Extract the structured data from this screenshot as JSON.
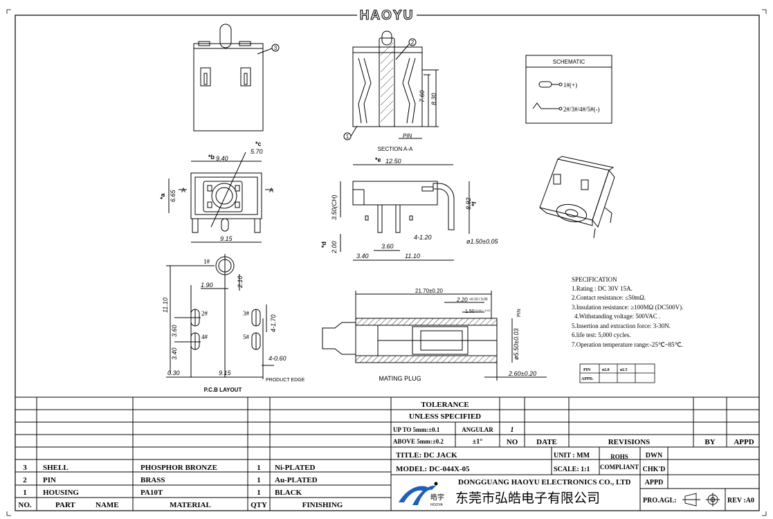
{
  "brand": {
    "logo_text": "HAOYU"
  },
  "labels": {
    "section": "SECTION A-A",
    "pcb_layout": "P.C.B LAYOUT",
    "product_edge": "PRODUCT EDGE",
    "mating_plug": "MATING PLUG",
    "pin": "PIN",
    "a_left": "A",
    "a_right": "A"
  },
  "balloons": {
    "b1": "1",
    "b2": "2",
    "b3": "3"
  },
  "dims": {
    "top_dia": "5.70",
    "c_mark": "*c",
    "b_mark": "*b",
    "b_val": "9.40",
    "a_mark": "*a",
    "a_val": "6.65",
    "bottom_w": "9.15",
    "sec_760": "7.60",
    "sec_830": "8.30",
    "e_mark": "*e",
    "e_val": "12.50",
    "h_350": "3.50(CH)",
    "f_val": "8.92",
    "f_mark": "*f",
    "d_mark": "*d",
    "d_val": "2.00",
    "s_360": "3.60",
    "s_4_120": "4-1.20",
    "s_dia150": "ø1.50±0.05",
    "s_340": "3.40",
    "s_1110": "11.10",
    "p_1": "1#",
    "p_2": "2#",
    "p_3": "3#",
    "p_4": "4#",
    "p_5": "5#",
    "p_190": "1.90",
    "p_210": "2.10",
    "p_1110": "11.10",
    "p_360": "3.60",
    "p_340": "3.40",
    "p_4_170": "4-1.70",
    "p_4_060": "4-0.60",
    "p_030": "0.30",
    "p_915": "9.15",
    "m_2170": "21.70±0.20",
    "m_220": "2.20",
    "m_220tol": "+0.10 / 0.00",
    "m_150": "1.50",
    "m_150tol": "+0.02 / -0.02",
    "m_pin": "PIN",
    "m_550": "ø5.50±0.03",
    "m_260": "2.60±0.20"
  },
  "schematic": {
    "title": "SCHEMATIC",
    "line1": "1#(+)",
    "line2": "2#/3#/4#/5#(-)"
  },
  "specification": {
    "title": "SPECIFICATION",
    "items": [
      "1.Rating : DC 30V 15A.",
      "2.Contact resistance: ≤50mΩ.",
      "3.Insulation resistance: ≥100MΩ (DC500V).",
      "4.Withstanding voltage: 500VAC .",
      "5.Insertion and extraction force: 3-30N.",
      "6.life test: 5,000 cycles.",
      "7.Operation temperature range:-25℃~85℃."
    ]
  },
  "pin_table": {
    "h1": "PIN",
    "h2": "ø2.0",
    "h3": "ø2.5",
    "r1": "APPD."
  },
  "bom": {
    "headers": {
      "no": "NO.",
      "part": "PART",
      "name": "NAME",
      "material": "MATERIAL",
      "qty": "QTY",
      "finishing": "FINISHING"
    },
    "rows": [
      {
        "no": "3",
        "part": "SHELL",
        "material": "PHOSPHOR BRONZE",
        "qty": "1",
        "finishing": "Ni-PLATED"
      },
      {
        "no": "2",
        "part": "PIN",
        "material": "BRASS",
        "qty": "1",
        "finishing": "Au-PLATED"
      },
      {
        "no": "1",
        "part": "HOUSING",
        "material": "PA10T",
        "qty": "1",
        "finishing": "BLACK"
      }
    ]
  },
  "title_block": {
    "tolerance1": "TOLERANCE",
    "tolerance2": "UNLESS  SPECIFIED",
    "up_to": "UP TO 5mm:±0.1",
    "above": "ABOVE 5mm:±0.2",
    "angular": "ANGULAR",
    "angular_val": "±1°",
    "rev_no": "1",
    "no": "NO",
    "date": "DATE",
    "revisions": "REVISIONS",
    "by": "BY",
    "appd": "APPD",
    "title": "TITLE: DC JACK",
    "model": "MODEL: DC-044X-05",
    "unit": "UNIT : MM",
    "scale": "SCALE: 1:1",
    "rohs1": "ROHS",
    "rohs2": "COMPLIANT",
    "dwn": "DWN",
    "chkd": "CHK'D",
    "appd2": "APPD",
    "company_en": "DONGGUANG HAOYU ELECTRONICS CO., LTD",
    "company_cn": "东莞市弘皓电子有限公司",
    "logo_cn": "皓宇",
    "logo_en": "HOOYA",
    "pro_agl": "PRO.AGL:",
    "rev": "REV :A0"
  }
}
